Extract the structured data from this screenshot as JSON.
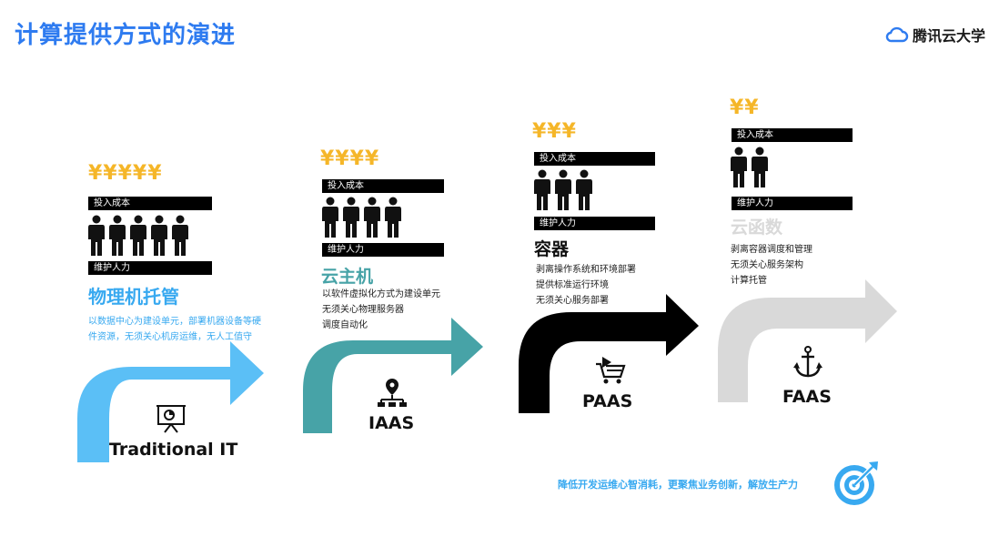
{
  "title": "计算提供方式的演进",
  "logo": {
    "text": "腾讯云大学",
    "icon": "cloud-icon"
  },
  "labels": {
    "cost": "投入成本",
    "manpower": "维护人力"
  },
  "slogan": "降低开发运维心智消耗，更聚焦业务创新，解放生产力",
  "colors": {
    "title": "#2e7bf0",
    "yen": "#f5b628",
    "traditional": "#5bbff6",
    "iaas": "#47a3a7",
    "paas": "#000000",
    "faas": "#d9d9d9",
    "slogan": "#38a9f0"
  },
  "stages": [
    {
      "key": "traditional",
      "yen": "¥¥¥¥¥",
      "people_count": 5,
      "name": "物理机托管",
      "desc": [
        "以数据中心为建设单元，部署机器设备等硬",
        "件资源，无须关心机房运维，无人工值守"
      ],
      "label": "Traditional IT",
      "icon": "presentation-chart-icon"
    },
    {
      "key": "iaas",
      "yen": "¥¥¥¥",
      "people_count": 4,
      "name": "云主机",
      "desc": [
        "以软件虚拟化方式为建设单元",
        "无须关心物理服务器",
        "调度自动化"
      ],
      "label": "IAAS",
      "icon": "network-location-icon"
    },
    {
      "key": "paas",
      "yen": "¥¥¥",
      "people_count": 3,
      "name": "容器",
      "desc": [
        "剥离操作系统和环境部署",
        "提供标准运行环境",
        "无须关心服务部署"
      ],
      "label": "PAAS",
      "icon": "shopping-cart-icon"
    },
    {
      "key": "faas",
      "yen": "¥¥",
      "people_count": 2,
      "name": "云函数",
      "desc": [
        "剥离容器调度和管理",
        "无须关心服务架构",
        "计算托管"
      ],
      "label": "FAAS",
      "icon": "anchor-icon"
    }
  ]
}
